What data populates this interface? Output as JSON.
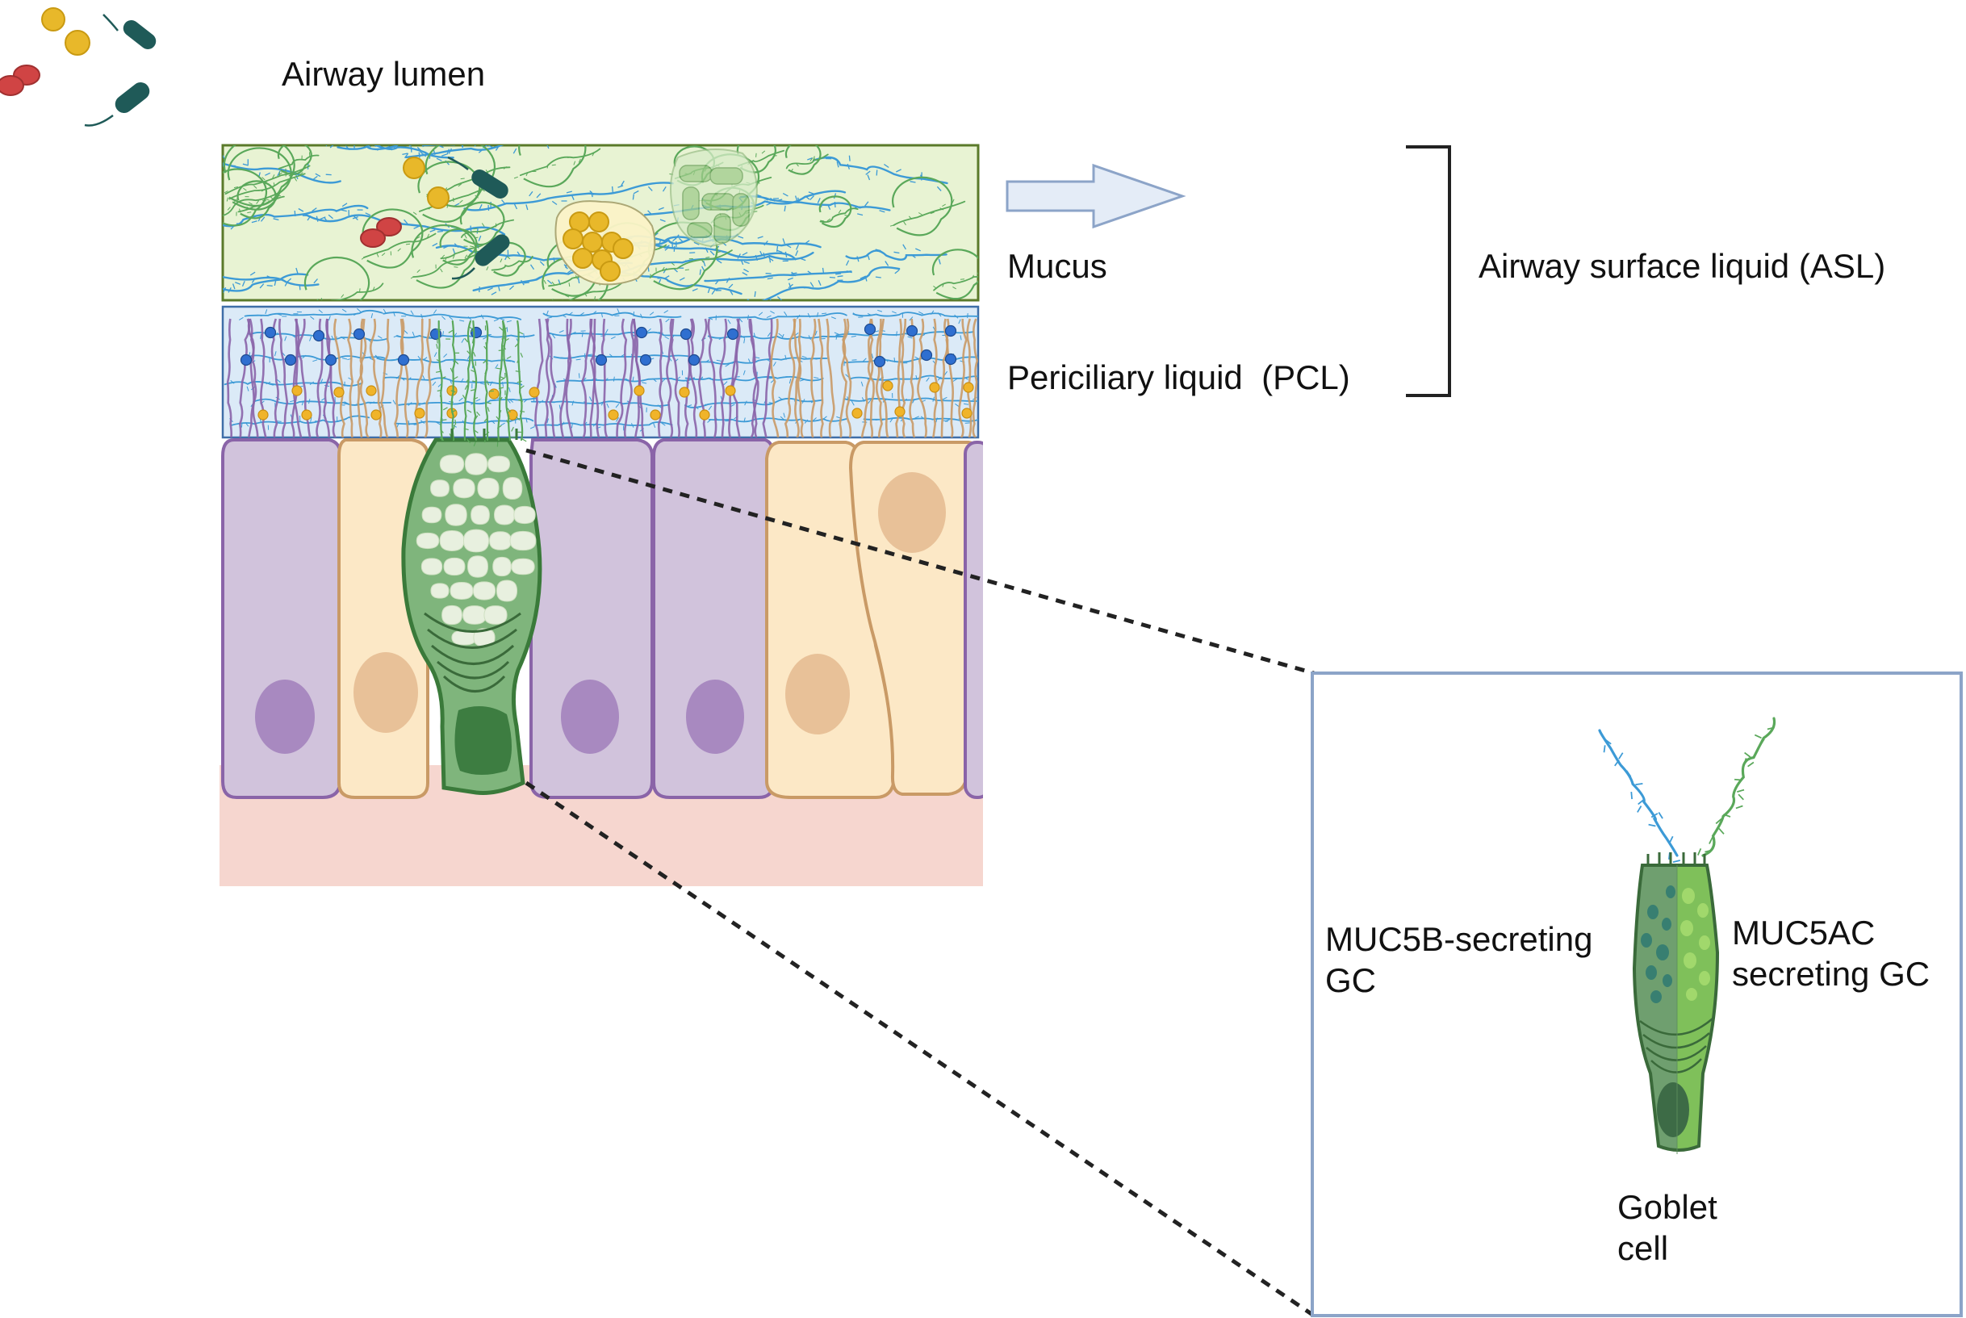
{
  "labels": {
    "lumen": "Airway lumen",
    "mucus": "Mucus",
    "pcl": "Periciliary liquid  (PCL)",
    "asl": "Airway surface liquid (ASL)",
    "muc5b_line1": "MUC5B-secreting",
    "muc5b_line2": "GC",
    "muc5ac_line1": "MUC5AC",
    "muc5ac_line2": "secreting GC",
    "goblet_line1": "Goblet",
    "goblet_line2": "cell"
  },
  "colors": {
    "mucus_fill": "#e8f3d3",
    "mucus_border": "#5a7a2a",
    "pcl_fill": "#dbeaf7",
    "pcl_border": "#3e6ea8",
    "muc5b_strand": "#3c9ad6",
    "muc5ac_strand": "#5aa85a",
    "ciliated_cell": "#d1c3dc",
    "ciliated_border": "#8a64a8",
    "ciliated_nucleus": "#a889c0",
    "club_cell": "#fce8c6",
    "club_border": "#c99a66",
    "club_nucleus": "#e8c198",
    "goblet_fill": "#7fb57c",
    "goblet_border": "#3a7a3a",
    "goblet_nucleus": "#3d7d41",
    "granule": "#e8f0df",
    "basement": "#f6d6cf",
    "bacteria": "#1f5a58",
    "yellow_particle": "#e8b82a",
    "red_particle": "#d04444",
    "arrow_fill": "#e4ecf7",
    "arrow_border": "#8ca4c8",
    "inset_border": "#8ca4c8"
  },
  "icons": [
    "rod-bacteria-icon",
    "cocci-icon",
    "red-diplococci-icon",
    "ciliated-cell-icon",
    "secretory-cell-icon",
    "goblet-cell-icon",
    "mucin-strand-icon",
    "right-arrow-icon",
    "bracket-icon"
  ]
}
